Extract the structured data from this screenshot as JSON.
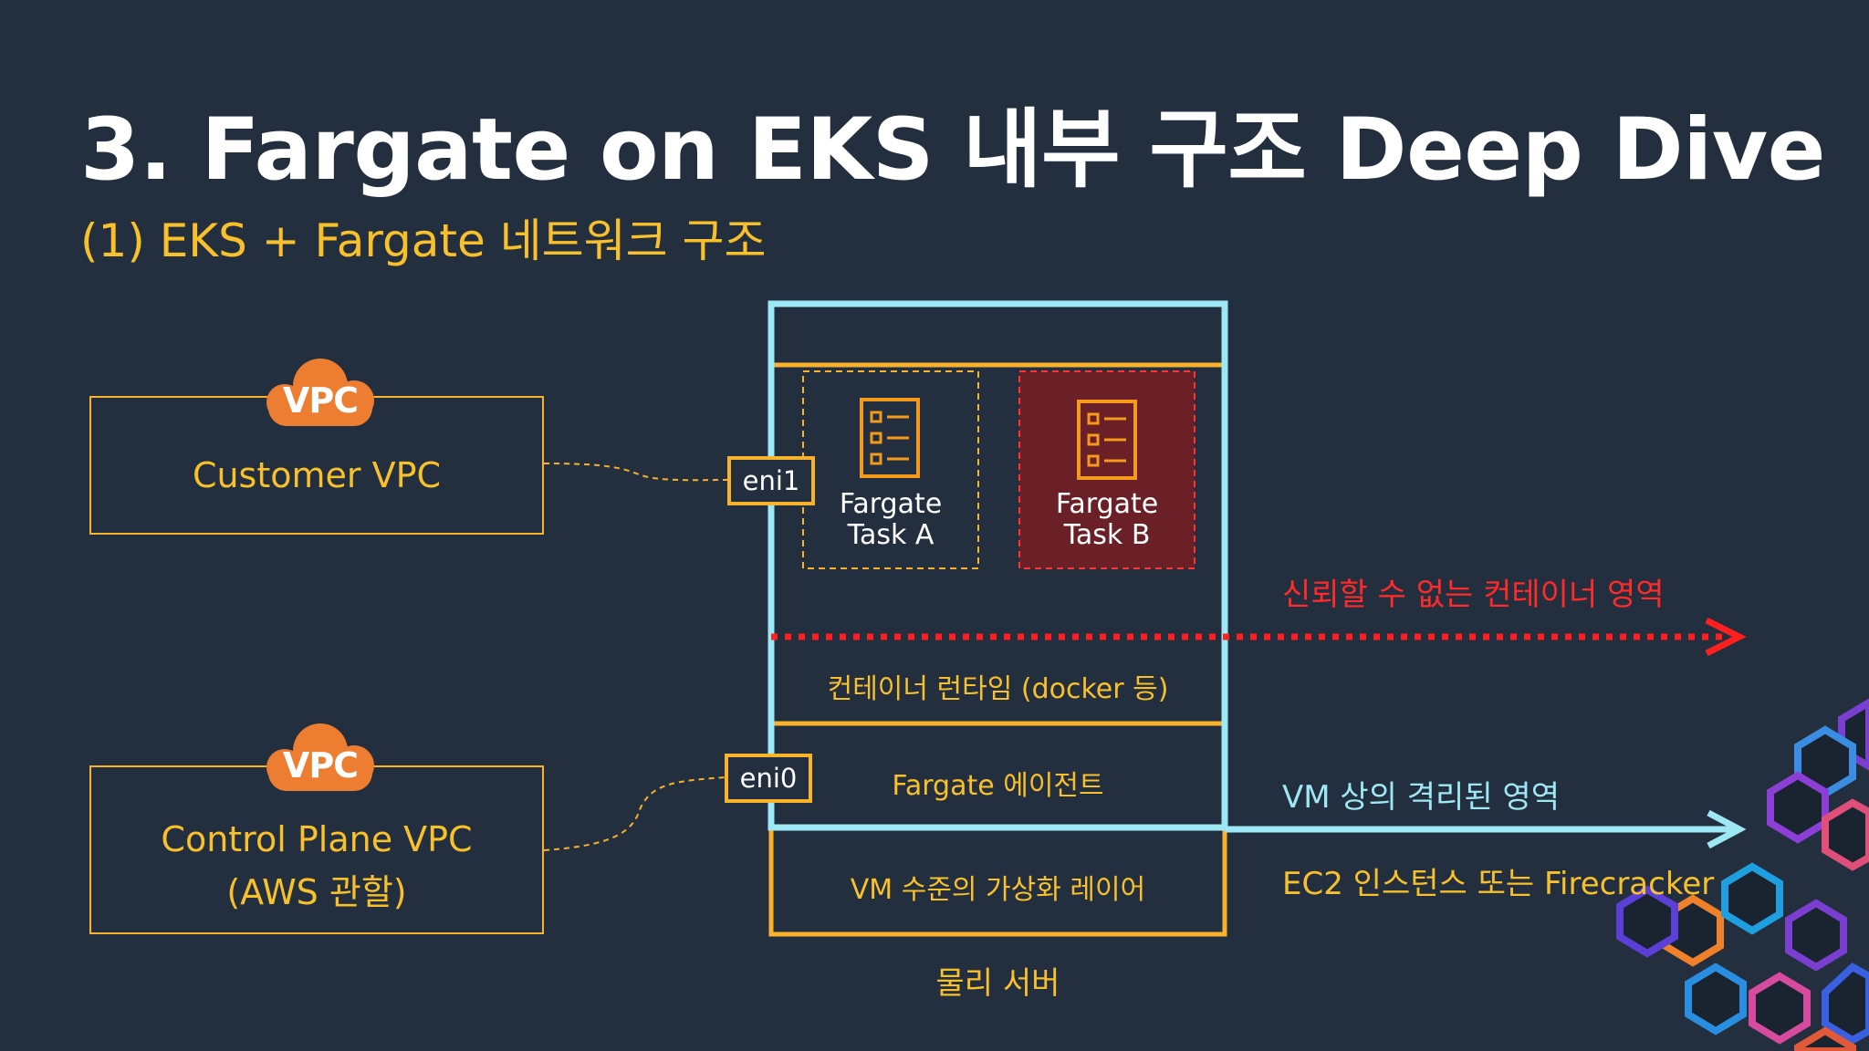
{
  "title": "3. Fargate on EKS 내부 구조 Deep Dive",
  "subtitle": "(1) EKS + Fargate 네트워크 구조",
  "customer_vpc": {
    "badge": "VPC",
    "label": "Customer VPC"
  },
  "control_plane_vpc": {
    "badge": "VPC",
    "line1": "Control Plane VPC",
    "line2": "(AWS 관할)"
  },
  "eni1": "eni1",
  "eni0": "eni0",
  "task_a": {
    "line1": "Fargate",
    "line2": "Task A"
  },
  "task_b": {
    "line1": "Fargate",
    "line2": "Task B"
  },
  "untrusted_zone": "신뢰할 수 없는 컨테이너 영역",
  "container_runtime": "컨테이너 런타임 (docker 등)",
  "fargate_agent": "Fargate 에이전트",
  "vm_isolated": "VM 상의 격리된 영역",
  "vm_layer": "VM 수준의 가상화 레이어",
  "ec2_or_firecracker": "EC2 인스턴스 또는 Firecracker",
  "physical_server": "물리 서버",
  "colors": {
    "background": "#232f3e",
    "accent_orange": "#f8b32a",
    "aws_orange": "#ed7d31",
    "vm_cyan": "#9ee8f5",
    "danger_red": "#ff2222",
    "task_b_fill": "#6b1f27"
  },
  "icons": [
    "vpc-cloud-icon",
    "task-list-icon",
    "arrow-right-icon",
    "hexagon-decoration"
  ]
}
